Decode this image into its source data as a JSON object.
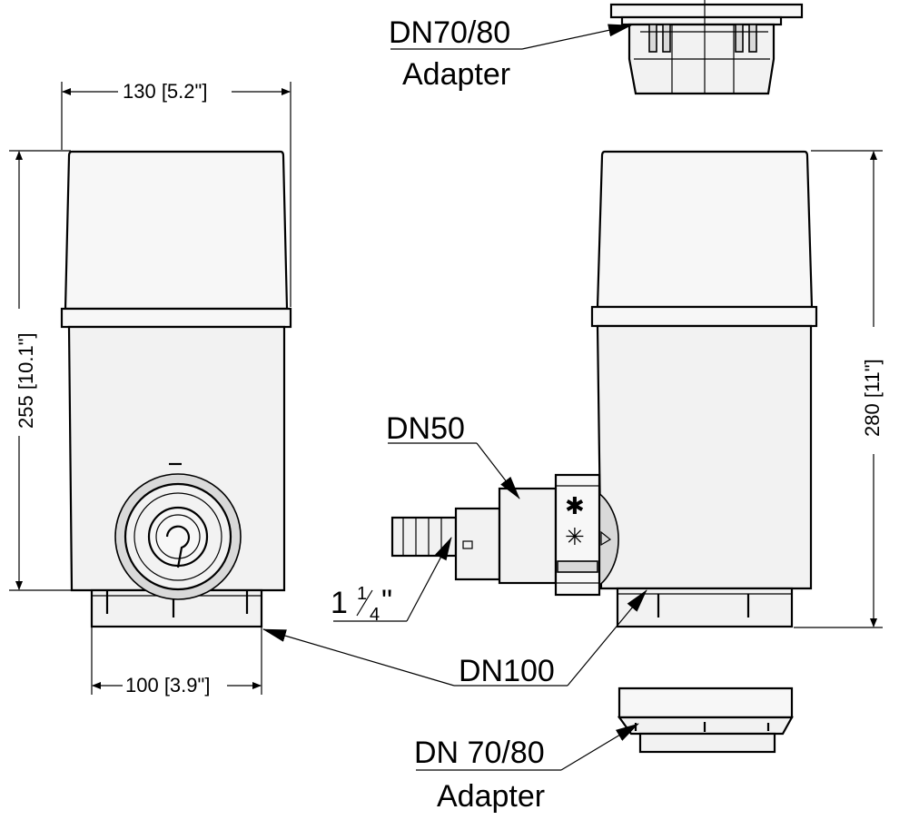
{
  "labels": {
    "top_adapter_line1": "DN70/80",
    "top_adapter_line2": "Adapter",
    "width_top": "130 [5.2\"]",
    "height_left": "255 [10.1\"]",
    "height_right": "280 [11\"]",
    "inlet": "DN50",
    "hose": "1",
    "hose_frac_num": "1",
    "hose_frac_den": "4",
    "hose_inch": "\"",
    "outlet": "DN100",
    "width_bottom": "100 [3.9\"]",
    "bottom_adapter_line1": "DN 70/80",
    "bottom_adapter_line2": "Adapter"
  }
}
